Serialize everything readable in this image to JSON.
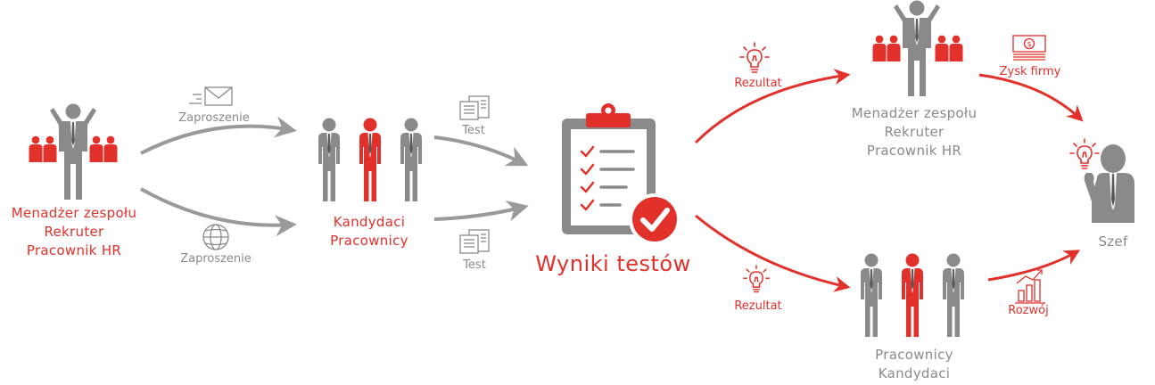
{
  "colors": {
    "red": "#e2302b",
    "gray": "#8a8a8a",
    "arrow_gray": "#9a9a9a"
  },
  "nodes": {
    "hr_team": [
      "Menadżer zespołu",
      "Rekruter",
      "Pracownik HR"
    ],
    "candidates": [
      "Kandydaci",
      "Pracownicy"
    ],
    "results": "Wyniki testów",
    "team_top": [
      "Menadżer zespołu",
      "Rekruter",
      "Pracownik HR"
    ],
    "workers_bottom": [
      "Pracownicy",
      "Kandydaci"
    ],
    "boss": "Szef"
  },
  "edges": {
    "invite_email": "Zaproszenie",
    "invite_web": "Zaproszenie",
    "test_top": "Test",
    "test_bottom": "Test",
    "result_top": "Rezultat",
    "result_bottom": "Rezultat",
    "company_profit": "Zysk firmy",
    "growth": "Rozwój"
  },
  "icons": [
    "people-group-icon",
    "envelope-icon",
    "globe-icon",
    "document-icon",
    "clipboard-checklist-icon",
    "checkmark-icon",
    "lightbulb-icon",
    "money-stack-icon",
    "growth-chart-icon",
    "thinking-person-icon"
  ]
}
